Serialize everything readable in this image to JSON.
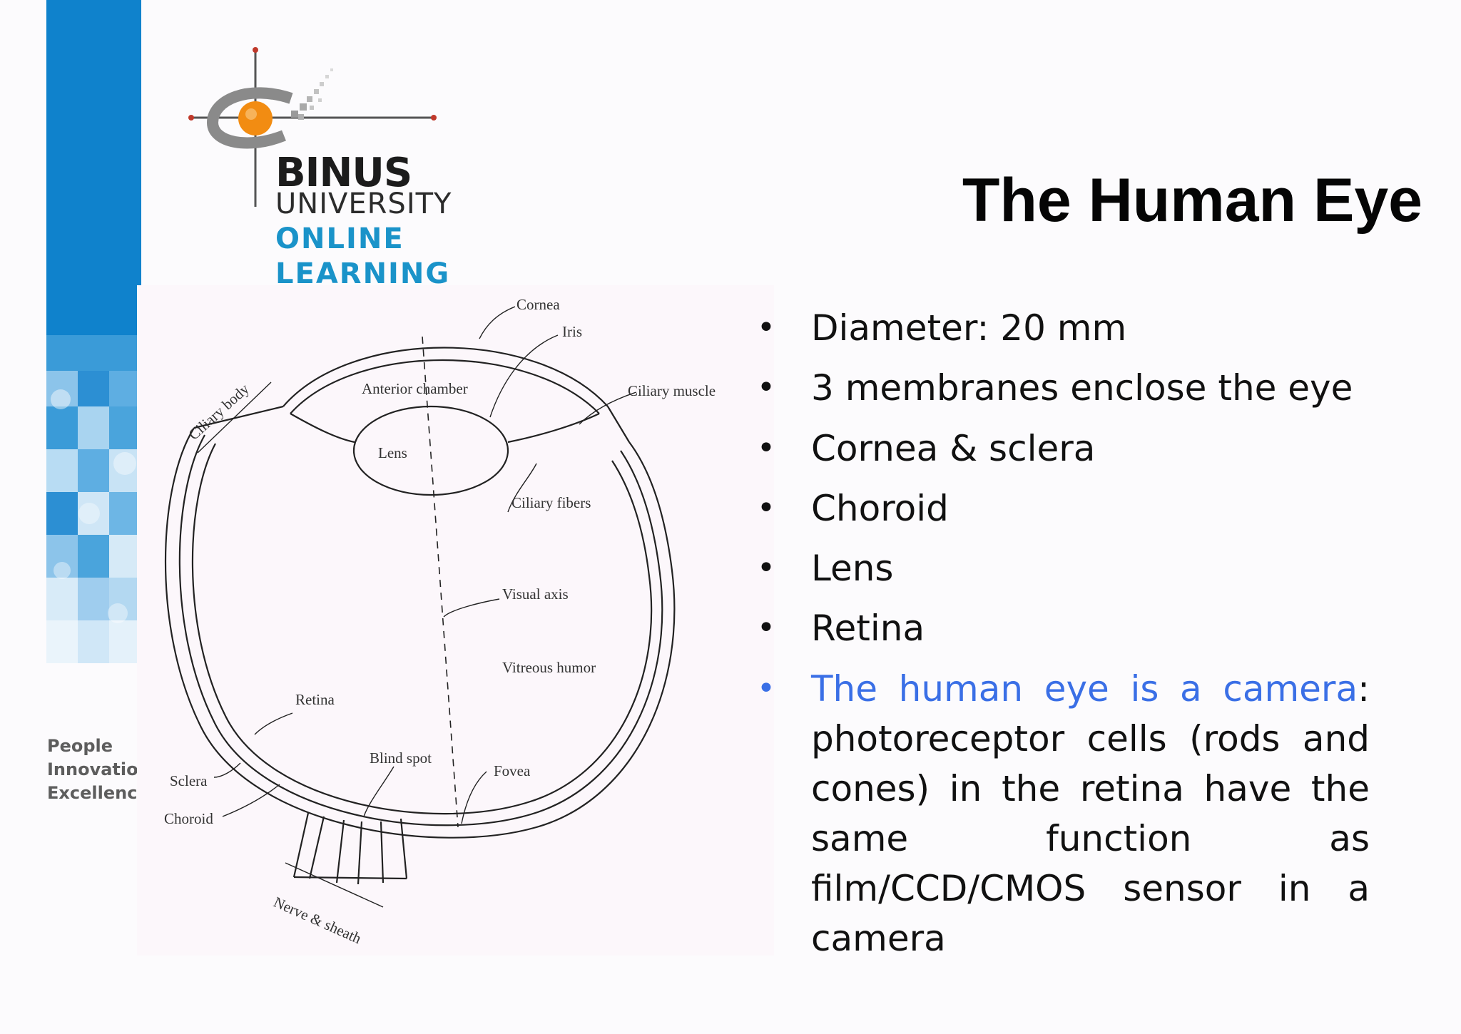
{
  "slide": {
    "title": "The Human Eye",
    "bullets": [
      "Diameter: 20 mm",
      "3 membranes enclose the eye",
      "Cornea & sclera",
      "Choroid",
      "Lens",
      "Retina"
    ],
    "final_bullet": {
      "highlight": "The human eye is a camera",
      "rest": ": photoreceptor cells (rods and cones) in the retina have the same function as film/CCD/CMOS sensor in a camera"
    }
  },
  "logo": {
    "line1": "BINUS",
    "line2": "UNIVERSITY",
    "line3": "ONLINE",
    "line4": "LEARNING"
  },
  "tagline": [
    "People",
    "Innovation",
    "Excellence"
  ],
  "diagram_labels": {
    "cornea": "Cornea",
    "iris": "Iris",
    "anterior_chamber": "Anterior chamber",
    "ciliary_body": "Ciliary body",
    "ciliary_muscle": "Ciliary muscle",
    "lens": "Lens",
    "ciliary_fibers": "Ciliary fibers",
    "visual_axis": "Visual axis",
    "vitreous_humor": "Vitreous humor",
    "retina": "Retina",
    "blind_spot": "Blind spot",
    "fovea": "Fovea",
    "sclera": "Sclera",
    "choroid": "Choroid",
    "nerve_sheath": "Nerve & sheath"
  },
  "colors": {
    "accent_blue": "#1a93c9",
    "logo_orange": "#f28c12",
    "link_blue": "#3a6fe6"
  }
}
